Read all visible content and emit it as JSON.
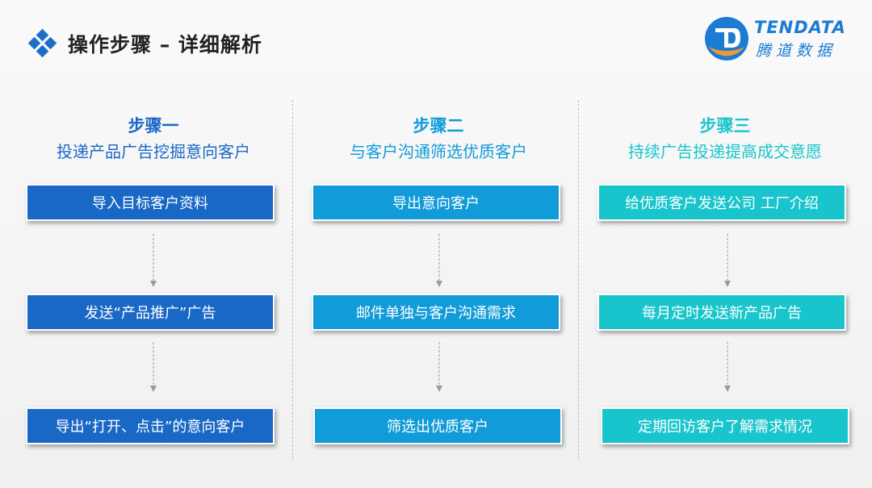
{
  "header": {
    "title": "操作步骤 – 详细解析",
    "logo_en": "TENDATA",
    "logo_zh": "腾道数据"
  },
  "colors": {
    "col1": "#1a68c6",
    "col2": "#129bd9",
    "col3": "#19c5cc",
    "col1_text": "#1a68c6",
    "col2_text": "#129bd9",
    "col3_text": "#19c5cc",
    "arrow": "#9a9a9a"
  },
  "steps": [
    {
      "label": "步骤一",
      "subtitle": "投递产品广告挖掘意向客户",
      "boxes": [
        "导入目标客户资料",
        "发送“产品推广”广告",
        "导出“打开、点击”的意向客户"
      ]
    },
    {
      "label": "步骤二",
      "subtitle": "与客户沟通筛选优质客户",
      "boxes": [
        "导出意向客户",
        "邮件单独与客户沟通需求",
        "筛选出优质客户"
      ]
    },
    {
      "label": "步骤三",
      "subtitle": "持续广告投递提高成交意愿",
      "boxes": [
        "给优质客户发送公司 工厂介绍",
        "每月定时发送新产品广告",
        "定期回访客户了解需求情况"
      ]
    }
  ]
}
